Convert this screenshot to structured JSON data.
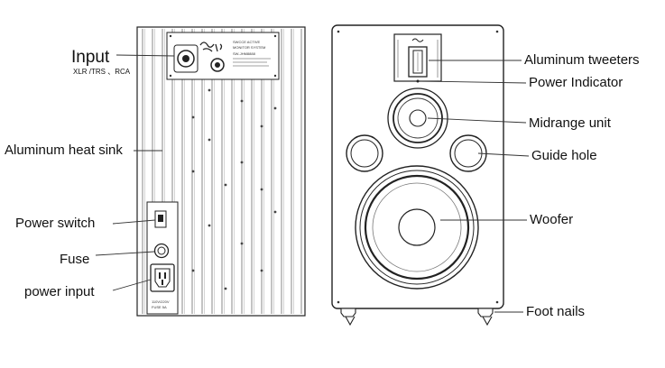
{
  "left_labels": {
    "input": "Input",
    "input_sub": "XLR /TRS 、RCA",
    "heat_sink": "Aluminum heat sink",
    "power_switch": "Power switch",
    "fuse": "Fuse",
    "power_input": "power input"
  },
  "right_labels": {
    "tweeters": "Aluminum tweeters",
    "power_indicator": "Power Indicator",
    "midrange": "Midrange unit",
    "guide_hole": "Guide hole",
    "woofer": "Woofer",
    "foot_nails": "Foot nails"
  },
  "panel_text": {
    "brand_line1": "SWCCE ACTIVE",
    "brand_line2": "MONITOR SYSTEM",
    "model": "SW-JHM8888",
    "voltage_line1": "110V/220V",
    "voltage_line2": "FUSE 5A"
  }
}
